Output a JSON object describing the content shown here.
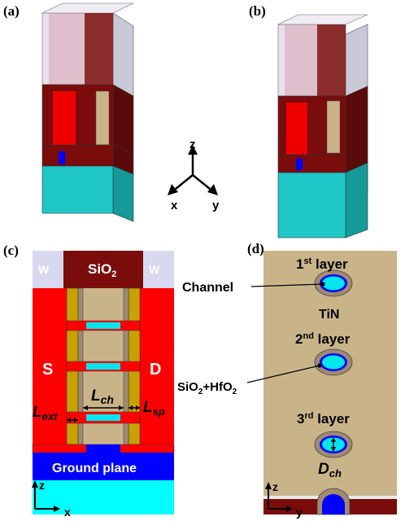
{
  "panels": {
    "a": "(a)",
    "b": "(b)",
    "c": "(c)",
    "d": "(d)"
  },
  "axes3d": {
    "z": "z",
    "x": "x",
    "y": "y"
  },
  "panel_c": {
    "W": "W",
    "SiO": "SiO",
    "sub2": "2",
    "S": "S",
    "D": "D",
    "L_ch_main": "L",
    "L_ch_sub": "ch",
    "L_ext_main": "L",
    "L_ext_sub": "ext",
    "L_sp_main": "L",
    "L_sp_sub": "sp",
    "ground_plane": "Ground plane",
    "axis_z": "z",
    "axis_x": "x"
  },
  "panel_d": {
    "layer1_num": "1",
    "layer1_sup": "st",
    "layer2_num": "2",
    "layer2_sup": "nd",
    "layer3_num": "3",
    "layer3_sup": "rd",
    "layer_word": " layer",
    "channel": "Channel",
    "tin": "TiN",
    "oxide_a": "SiO",
    "oxide_sub_a": "2",
    "oxide_b": "+HfO",
    "oxide_sub_b": "2",
    "D_ch_main": "D",
    "D_ch_sub": "ch",
    "axis_z": "z",
    "axis_y": "y"
  },
  "colors": {
    "red": "#ff0000",
    "dark_red": "#7a0c0c",
    "tan": "#c9b48a",
    "gold": "#c8a000",
    "cyan": "#00e5ee",
    "teal": "#1fc7c7",
    "blue": "#0000ff",
    "lavender": "#d8d8f0"
  }
}
